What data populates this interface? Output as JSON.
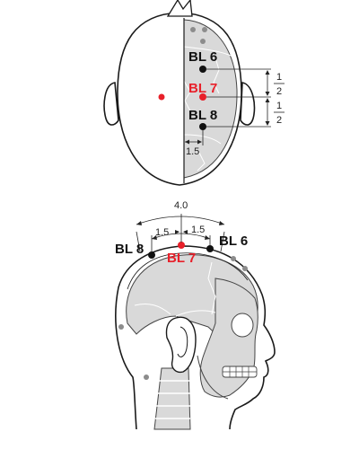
{
  "colors": {
    "accent_point": "#e8202a",
    "point": "#111111",
    "ref_point": "#8c8c8c",
    "bone": "#d9d9d9"
  },
  "top_view": {
    "labels": {
      "bl6": "BL 6",
      "bl7": "BL 7",
      "bl8": "BL 8"
    },
    "fractions": [
      {
        "num": "1",
        "den": "2"
      },
      {
        "num": "1",
        "den": "2"
      }
    ],
    "width_label": "1.5"
  },
  "side_view": {
    "labels": {
      "bl8": "BL 8",
      "bl7": "BL 7",
      "bl6": "BL 6"
    },
    "arc_total": "4.0",
    "arc_left": "1.5",
    "arc_right": "1.5"
  }
}
